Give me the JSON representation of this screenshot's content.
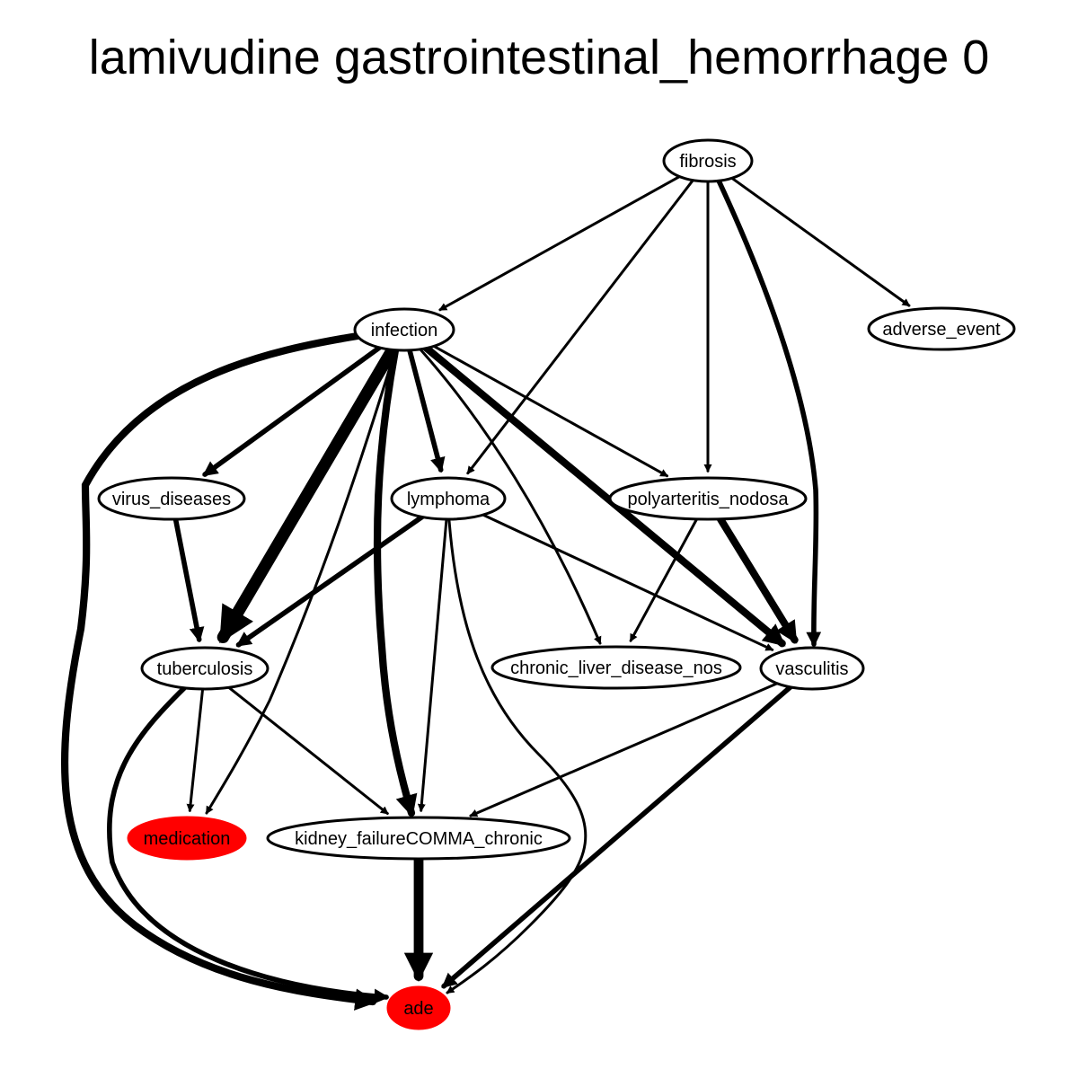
{
  "title": "lamivudine gastrointestinal_hemorrhage 0",
  "colors": {
    "highlight": "#ff0000",
    "default_fill": "#ffffff",
    "stroke": "#000000"
  },
  "nodes": [
    {
      "id": "fibrosis",
      "label": "fibrosis",
      "highlight": false
    },
    {
      "id": "infection",
      "label": "infection",
      "highlight": false
    },
    {
      "id": "adverse_event",
      "label": "adverse_event",
      "highlight": false
    },
    {
      "id": "virus_diseases",
      "label": "virus_diseases",
      "highlight": false
    },
    {
      "id": "lymphoma",
      "label": "lymphoma",
      "highlight": false
    },
    {
      "id": "polyarteritis_nodosa",
      "label": "polyarteritis_nodosa",
      "highlight": false
    },
    {
      "id": "tuberculosis",
      "label": "tuberculosis",
      "highlight": false
    },
    {
      "id": "chronic_liver_disease_nos",
      "label": "chronic_liver_disease_nos",
      "highlight": false
    },
    {
      "id": "vasculitis",
      "label": "vasculitis",
      "highlight": false
    },
    {
      "id": "medication",
      "label": "medication",
      "highlight": true
    },
    {
      "id": "kidney_failure_chronic",
      "label": "kidney_failureCOMMA_chronic",
      "highlight": false
    },
    {
      "id": "ade",
      "label": "ade",
      "highlight": true
    }
  ],
  "edges": [
    {
      "from": "fibrosis",
      "to": "infection",
      "weight": 1
    },
    {
      "from": "fibrosis",
      "to": "lymphoma",
      "weight": 1
    },
    {
      "from": "fibrosis",
      "to": "polyarteritis_nodosa",
      "weight": 1
    },
    {
      "from": "fibrosis",
      "to": "vasculitis",
      "weight": 2
    },
    {
      "from": "fibrosis",
      "to": "adverse_event",
      "weight": 1
    },
    {
      "from": "infection",
      "to": "ade",
      "weight": 3
    },
    {
      "from": "infection",
      "to": "virus_diseases",
      "weight": 2
    },
    {
      "from": "infection",
      "to": "tuberculosis",
      "weight": 5
    },
    {
      "from": "infection",
      "to": "medication",
      "weight": 1
    },
    {
      "from": "infection",
      "to": "kidney_failure_chronic",
      "weight": 3
    },
    {
      "from": "infection",
      "to": "lymphoma",
      "weight": 2
    },
    {
      "from": "infection",
      "to": "chronic_liver_disease_nos",
      "weight": 1
    },
    {
      "from": "infection",
      "to": "vasculitis",
      "weight": 3
    },
    {
      "from": "infection",
      "to": "polyarteritis_nodosa",
      "weight": 1
    },
    {
      "from": "virus_diseases",
      "to": "tuberculosis",
      "weight": 2
    },
    {
      "from": "lymphoma",
      "to": "tuberculosis",
      "weight": 2
    },
    {
      "from": "lymphoma",
      "to": "kidney_failure_chronic",
      "weight": 1
    },
    {
      "from": "lymphoma",
      "to": "ade",
      "weight": 1
    },
    {
      "from": "lymphoma",
      "to": "vasculitis",
      "weight": 1
    },
    {
      "from": "polyarteritis_nodosa",
      "to": "chronic_liver_disease_nos",
      "weight": 1
    },
    {
      "from": "polyarteritis_nodosa",
      "to": "vasculitis",
      "weight": 3
    },
    {
      "from": "tuberculosis",
      "to": "medication",
      "weight": 1
    },
    {
      "from": "tuberculosis",
      "to": "kidney_failure_chronic",
      "weight": 1
    },
    {
      "from": "tuberculosis",
      "to": "ade",
      "weight": 2
    },
    {
      "from": "vasculitis",
      "to": "kidney_failure_chronic",
      "weight": 1
    },
    {
      "from": "vasculitis",
      "to": "ade",
      "weight": 2
    },
    {
      "from": "kidney_failure_chronic",
      "to": "ade",
      "weight": 4
    }
  ]
}
